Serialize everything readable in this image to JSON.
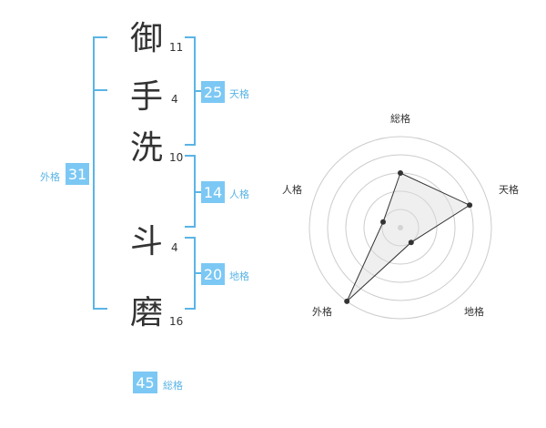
{
  "name": {
    "characters": [
      {
        "char": "御",
        "strokes": "11"
      },
      {
        "char": "手",
        "strokes": "4"
      },
      {
        "char": "洗",
        "strokes": "10"
      },
      {
        "char": "斗",
        "strokes": "4"
      },
      {
        "char": "磨",
        "strokes": "16"
      }
    ]
  },
  "fortunes": {
    "tenkaku": {
      "value": "25",
      "label": "天格"
    },
    "jinkaku": {
      "value": "14",
      "label": "人格"
    },
    "chikaku": {
      "value": "20",
      "label": "地格"
    },
    "gaikaku": {
      "value": "31",
      "label": "外格"
    },
    "soukaku": {
      "value": "45",
      "label": "総格"
    }
  },
  "radar": {
    "labels": {
      "soukaku": "総格",
      "tenkaku": "天格",
      "chikaku": "地格",
      "gaikaku": "外格",
      "jinkaku": "人格"
    }
  },
  "chart_data": {
    "type": "radar",
    "axes": [
      "総格",
      "天格",
      "地格",
      "外格",
      "人格"
    ],
    "values": [
      3,
      4,
      1,
      5,
      1
    ],
    "max": 5
  },
  "colors": {
    "accent": "#7cc8f4",
    "accent_text": "#5ab4e6",
    "bracket": "#5ab4e6",
    "fill": "#eeeeee",
    "ring": "#cccccc",
    "line": "#333333"
  }
}
